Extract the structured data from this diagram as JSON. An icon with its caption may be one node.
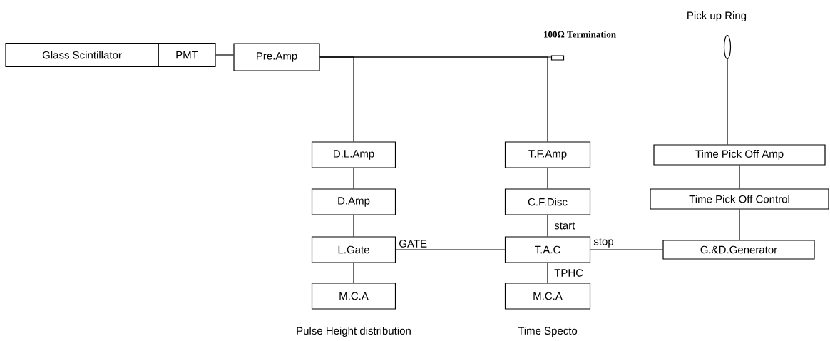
{
  "diagram": {
    "nodes": [
      {
        "text": [
          "Glass Scintillator"
        ]
      },
      {
        "text": [
          "PMT"
        ]
      },
      {
        "text": [
          "Pre.Amp"
        ]
      },
      {
        "text": [
          "D.L.Amp"
        ]
      },
      {
        "text": [
          "D.Amp"
        ]
      },
      {
        "text": [
          "L.Gate"
        ]
      },
      {
        "text": [
          "M.C.A"
        ],
        "beside": [
          "Pulse Height distribution"
        ]
      },
      {
        "text": [
          "T.F.Amp"
        ]
      },
      {
        "text": [
          "C.F.Disc"
        ]
      },
      {
        "text": [
          "T.A.C"
        ]
      },
      {
        "text": [
          "M.C.A"
        ],
        "beside": [
          "Time Specto"
        ]
      },
      {
        "text": [],
        "shape": "box",
        "beside": [
          "100Ω Termination"
        ]
      },
      {
        "text": [],
        "shape": "circle",
        "beside": [
          "Pick up Ring"
        ]
      },
      {
        "text": [
          "Time Pick Off Amp"
        ]
      },
      {
        "text": [
          "Time Pick Off Control"
        ]
      },
      {
        "text": [
          "G.&D.Generator"
        ]
      }
    ],
    "edges": [
      {
        "from": 1,
        "to": 2,
        "arrow": "none"
      },
      {
        "from": 2,
        "to": 11,
        "arrow": "none"
      },
      {
        "from": 2,
        "to": 3,
        "arrow": "none"
      },
      {
        "from": 2,
        "to": 7,
        "arrow": "none"
      },
      {
        "from": 3,
        "to": 4,
        "arrow": "none"
      },
      {
        "from": 4,
        "to": 5,
        "arrow": "none"
      },
      {
        "from": 5,
        "to": 6,
        "arrow": "none"
      },
      {
        "from": 7,
        "to": 8,
        "arrow": "none"
      },
      {
        "from": 8,
        "to": 9,
        "arrow": "none",
        "label": "start"
      },
      {
        "from": 9,
        "to": 10,
        "arrow": "none",
        "label": "TPHC"
      },
      {
        "from": 5,
        "to": 9,
        "arrow": "none",
        "label": "GATE"
      },
      {
        "from": 15,
        "to": 9,
        "arrow": "none",
        "label": "stop"
      },
      {
        "from": 12,
        "to": 13,
        "arrow": "none"
      },
      {
        "from": 13,
        "to": 14,
        "arrow": "none"
      },
      {
        "from": 14,
        "to": 15,
        "arrow": "none"
      }
    ]
  }
}
